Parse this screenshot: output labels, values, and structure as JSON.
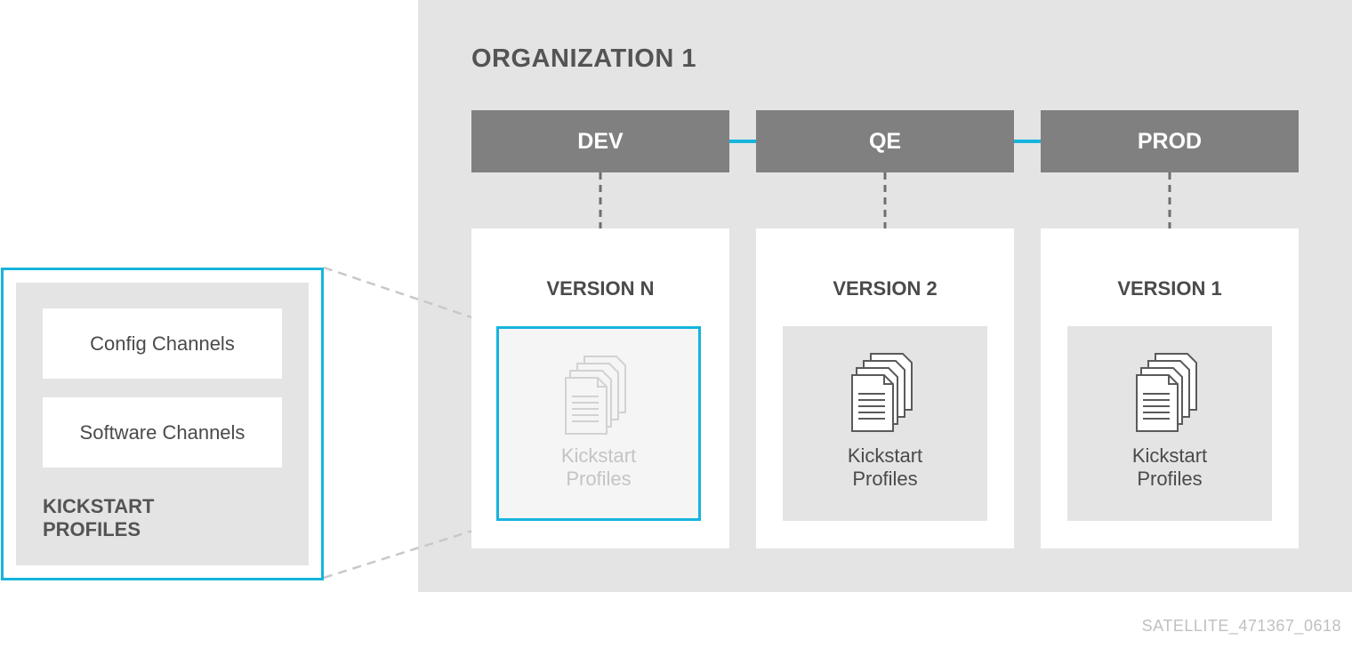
{
  "organization": {
    "title": "ORGANIZATION 1"
  },
  "environments": [
    {
      "name": "DEV",
      "version": "VERSION N",
      "kickstart": "Kickstart\nProfiles",
      "active": true
    },
    {
      "name": "QE",
      "version": "VERSION 2",
      "kickstart": "Kickstart\nProfiles",
      "active": false
    },
    {
      "name": "PROD",
      "version": "VERSION 1",
      "kickstart": "Kickstart\nProfiles",
      "active": false
    }
  ],
  "zoom": {
    "channels": [
      "Config Channels",
      "Software Channels"
    ],
    "caption": "KICKSTART\nPROFILES"
  },
  "figure_id": "SATELLITE_471367_0618",
  "colors": {
    "accent": "#16b4dd",
    "env_header": "#808080",
    "panel": "#e4e4e4",
    "text": "#4a4a4a"
  },
  "icons": {
    "kickstart": "documents-stack-icon"
  }
}
